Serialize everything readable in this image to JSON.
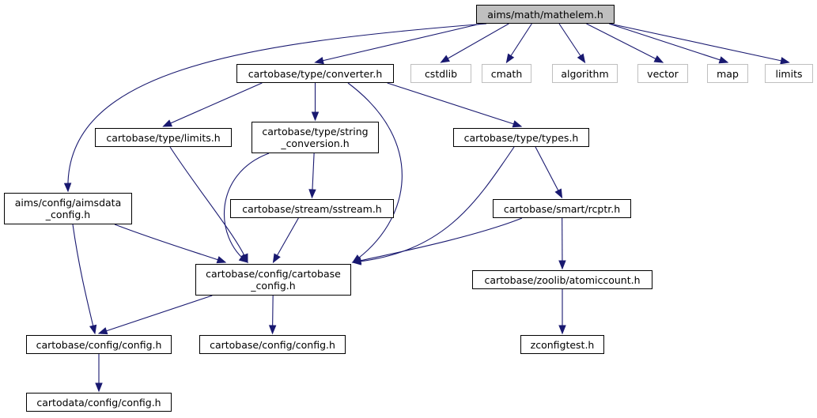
{
  "colors": {
    "edge": "#191970",
    "node_border": "#000000",
    "external_border": "#bfbfbf",
    "root_fill": "#bfbfbf"
  },
  "nodes": [
    {
      "id": "root",
      "lines": [
        "aims/math/mathelem.h"
      ],
      "kind": "root"
    },
    {
      "id": "converter",
      "lines": [
        "cartobase/type/converter.h"
      ],
      "kind": "normal"
    },
    {
      "id": "cstdlib",
      "lines": [
        "cstdlib"
      ],
      "kind": "external"
    },
    {
      "id": "cmath",
      "lines": [
        "cmath"
      ],
      "kind": "external"
    },
    {
      "id": "algorithm",
      "lines": [
        "algorithm"
      ],
      "kind": "external"
    },
    {
      "id": "vector",
      "lines": [
        "vector"
      ],
      "kind": "external"
    },
    {
      "id": "map",
      "lines": [
        "map"
      ],
      "kind": "external"
    },
    {
      "id": "limits",
      "lines": [
        "limits"
      ],
      "kind": "external"
    },
    {
      "id": "type_limits",
      "lines": [
        "cartobase/type/limits.h"
      ],
      "kind": "normal"
    },
    {
      "id": "string_conv",
      "lines": [
        "cartobase/type/string",
        "_conversion.h"
      ],
      "kind": "normal"
    },
    {
      "id": "types",
      "lines": [
        "cartobase/type/types.h"
      ],
      "kind": "normal"
    },
    {
      "id": "aimsdata_config",
      "lines": [
        "aims/config/aimsdata",
        "_config.h"
      ],
      "kind": "normal"
    },
    {
      "id": "sstream",
      "lines": [
        "cartobase/stream/sstream.h"
      ],
      "kind": "normal"
    },
    {
      "id": "rcptr",
      "lines": [
        "cartobase/smart/rcptr.h"
      ],
      "kind": "normal"
    },
    {
      "id": "cartobase_config",
      "lines": [
        "cartobase/config/cartobase",
        "_config.h"
      ],
      "kind": "normal"
    },
    {
      "id": "atomiccount",
      "lines": [
        "cartobase/zoolib/atomiccount.h"
      ],
      "kind": "normal"
    },
    {
      "id": "config_left",
      "lines": [
        "cartobase/config/config.h"
      ],
      "kind": "normal"
    },
    {
      "id": "config_mid",
      "lines": [
        "cartobase/config/config.h"
      ],
      "kind": "normal"
    },
    {
      "id": "zconfigtest",
      "lines": [
        "zconfigtest.h"
      ],
      "kind": "normal"
    },
    {
      "id": "cartodata_config",
      "lines": [
        "cartodata/config/config.h"
      ],
      "kind": "normal"
    }
  ],
  "edges": [
    {
      "from": "root",
      "to": "converter"
    },
    {
      "from": "root",
      "to": "cstdlib"
    },
    {
      "from": "root",
      "to": "cmath"
    },
    {
      "from": "root",
      "to": "algorithm"
    },
    {
      "from": "root",
      "to": "vector"
    },
    {
      "from": "root",
      "to": "map"
    },
    {
      "from": "root",
      "to": "limits"
    },
    {
      "from": "root",
      "to": "aimsdata_config"
    },
    {
      "from": "converter",
      "to": "type_limits"
    },
    {
      "from": "converter",
      "to": "string_conv"
    },
    {
      "from": "converter",
      "to": "types"
    },
    {
      "from": "converter",
      "to": "cartobase_config"
    },
    {
      "from": "type_limits",
      "to": "cartobase_config"
    },
    {
      "from": "string_conv",
      "to": "sstream"
    },
    {
      "from": "string_conv",
      "to": "cartobase_config"
    },
    {
      "from": "types",
      "to": "rcptr"
    },
    {
      "from": "types",
      "to": "cartobase_config"
    },
    {
      "from": "aimsdata_config",
      "to": "cartobase_config"
    },
    {
      "from": "aimsdata_config",
      "to": "config_left"
    },
    {
      "from": "sstream",
      "to": "cartobase_config"
    },
    {
      "from": "rcptr",
      "to": "cartobase_config"
    },
    {
      "from": "rcptr",
      "to": "atomiccount"
    },
    {
      "from": "cartobase_config",
      "to": "config_left"
    },
    {
      "from": "cartobase_config",
      "to": "config_mid"
    },
    {
      "from": "atomiccount",
      "to": "zconfigtest"
    },
    {
      "from": "config_left",
      "to": "cartodata_config"
    }
  ]
}
